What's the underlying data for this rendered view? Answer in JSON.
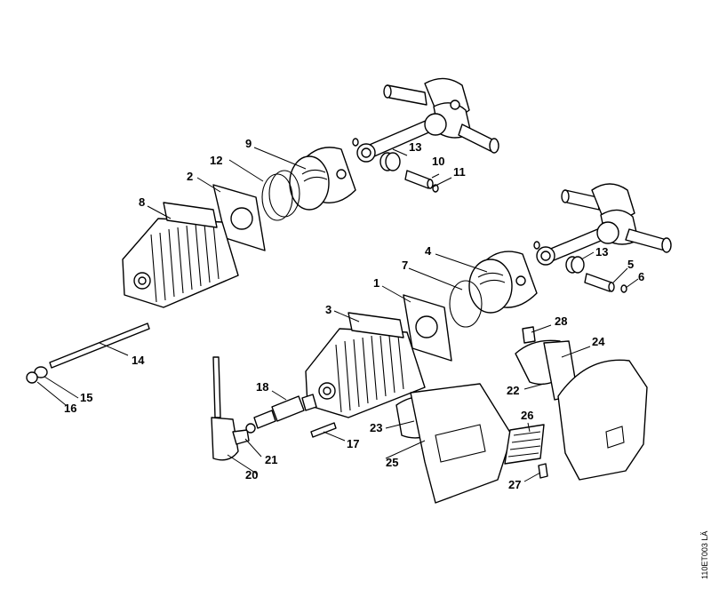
{
  "drawing_code": "110ET003 LÄ",
  "labels": {
    "l1": "1",
    "l2": "2",
    "l3": "3",
    "l4": "4",
    "l5": "5",
    "l6": "6",
    "l7": "7",
    "l8": "8",
    "l9": "9",
    "l10": "10",
    "l11": "11",
    "l12": "12",
    "l13a": "13",
    "l13b": "13",
    "l14": "14",
    "l15": "15",
    "l16": "16",
    "l17": "17",
    "l18": "18",
    "l20": "20",
    "l21": "21",
    "l22": "22",
    "l23": "23",
    "l24": "24",
    "l25": "25",
    "l26": "26",
    "l27": "27",
    "l28": "28"
  }
}
